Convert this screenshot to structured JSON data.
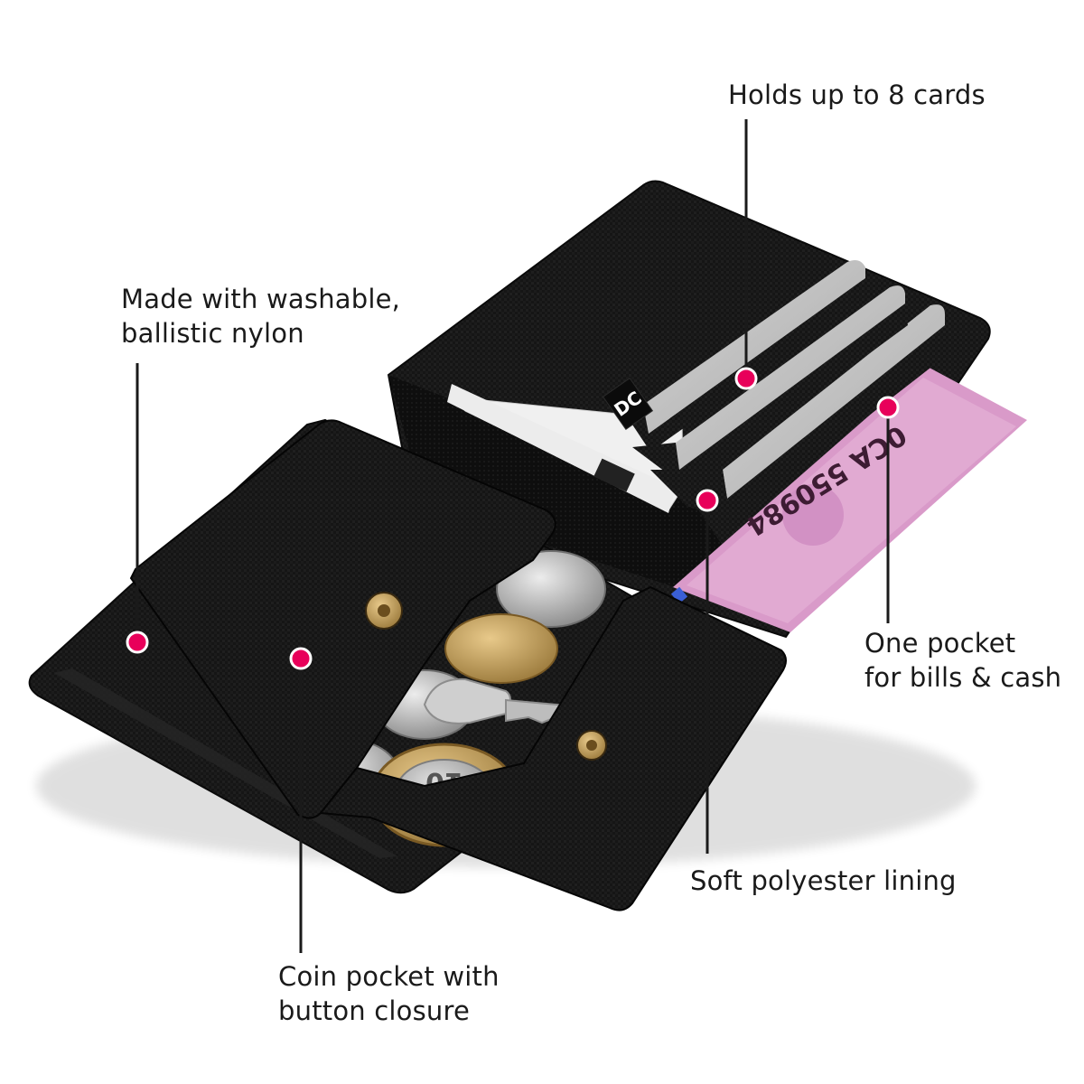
{
  "colors": {
    "background": "#ffffff",
    "nylon": "#141414",
    "callout_dot": "#e8005a",
    "callout_line": "#1a1a1a",
    "banknote": "#d99ac9"
  },
  "callouts": {
    "cards": {
      "lines": [
        "Holds up to 8 cards"
      ]
    },
    "nylon": {
      "lines": [
        "Made with washable,",
        "ballistic nylon"
      ]
    },
    "bills": {
      "lines": [
        "One pocket",
        "for bills & cash"
      ]
    },
    "lining": {
      "lines": [
        "Soft polyester lining"
      ]
    },
    "coin_pocket": {
      "lines": [
        "Coin pocket with",
        "button closure"
      ]
    }
  },
  "product": {
    "brand_tag": "DC",
    "banknote_serial": "0CA 550984",
    "coin_denomination": "10"
  }
}
